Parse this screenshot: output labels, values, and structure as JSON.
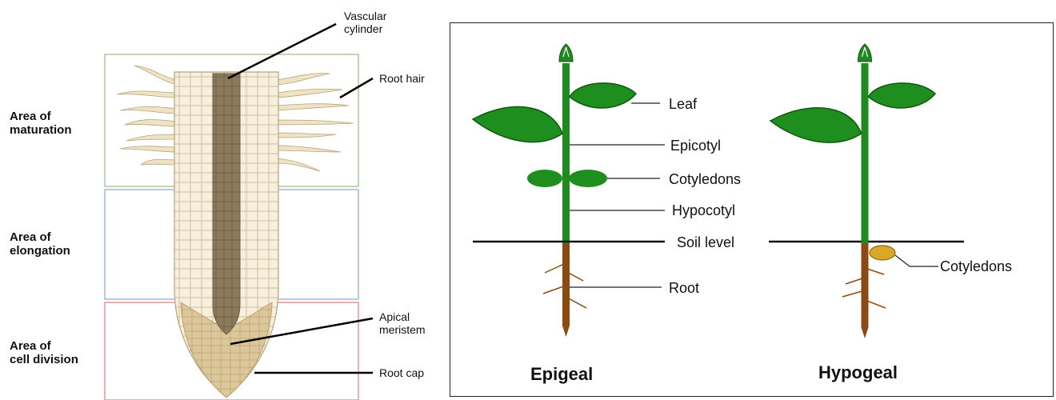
{
  "root_diagram": {
    "zones": [
      {
        "label": "Area of\nmaturation",
        "color": "#9fb38a"
      },
      {
        "label": "Area of\nelongation",
        "color": "#8aa6cf"
      },
      {
        "label": "Area of\ncell division",
        "color": "#d98080"
      }
    ],
    "callouts": {
      "vascular_cylinder": "Vascular\ncylinder",
      "root_hair": "Root hair",
      "apical_meristem": "Apical\nmeristem",
      "root_cap": "Root cap"
    }
  },
  "germination_diagram": {
    "labels": {
      "leaf": "Leaf",
      "epicotyl": "Epicotyl",
      "cotyledons": "Cotyledons",
      "hypocotyl": "Hypocotyl",
      "soil_level": "Soil level",
      "root": "Root",
      "cotyledons_hypogeal": "Cotyledons"
    },
    "titles": {
      "epigeal": "Epigeal",
      "hypogeal": "Hypogeal"
    },
    "colors": {
      "stem": "#1f8a1f",
      "leaf": "#1e8f1e",
      "root": "#8b4a12",
      "seed": "#d9a826"
    }
  }
}
